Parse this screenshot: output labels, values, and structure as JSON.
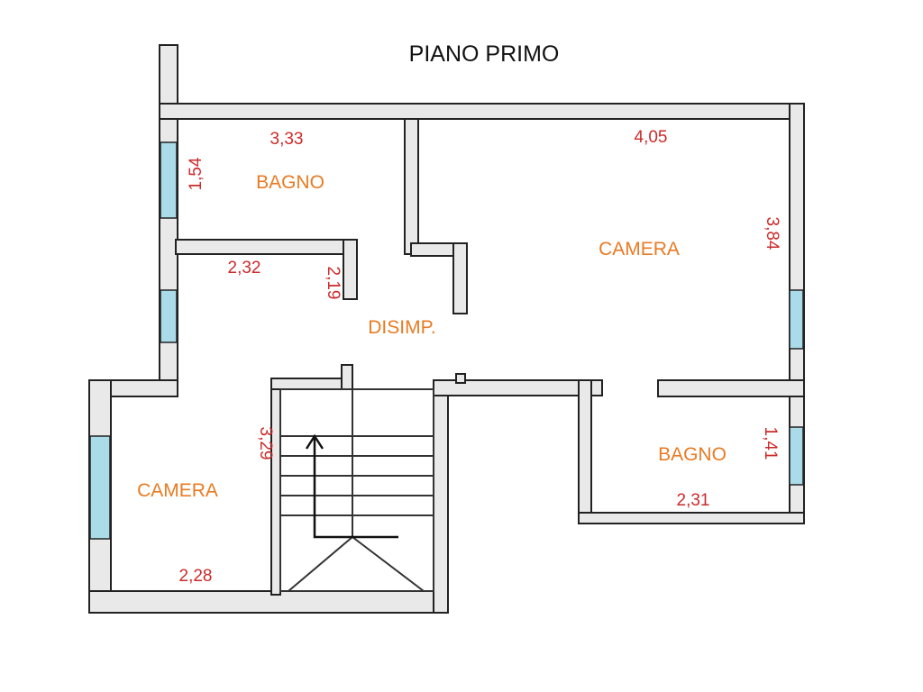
{
  "title": "PIANO PRIMO",
  "colors": {
    "wall_fill": "#e9e9e9",
    "wall_line": "#222222",
    "window": "#a9dbe8",
    "room_label": "#e87b24",
    "dimension": "#cc2a2a"
  },
  "rooms": {
    "bagno_top": "BAGNO",
    "camera_right": "CAMERA",
    "disimpegno": "DISIMP.",
    "camera_left": "CAMERA",
    "bagno_bottom": "BAGNO"
  },
  "dimensions": {
    "bagno_top_width": "3,33",
    "bagno_top_height": "1,54",
    "camera_right_width": "4,05",
    "camera_right_height": "3,84",
    "disimp_width": "2,32",
    "disimp_height": "2,19",
    "camera_left_height": "3,29",
    "camera_left_width": "2,28",
    "bagno_bottom_height": "1,41",
    "bagno_bottom_width": "2,31"
  }
}
